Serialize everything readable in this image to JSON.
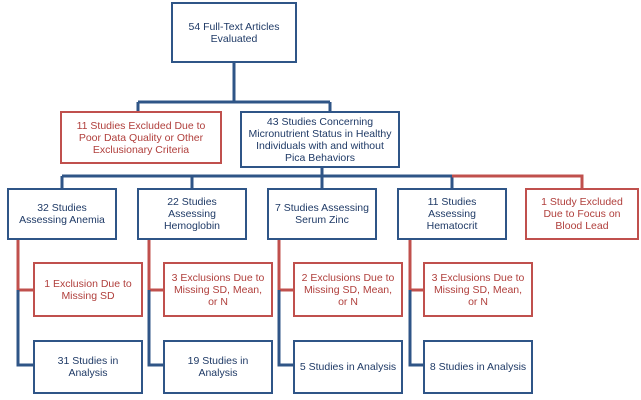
{
  "colors": {
    "blue": "#2f5587",
    "red": "#c0504d"
  },
  "flow": {
    "root": "54 Full-Text Articles Evaluated",
    "excluded_quality": "11 Studies Excluded Due to Poor Data Quality or Other Exclusionary Criteria",
    "micronutrient": "43 Studies Concerning Micronutrient Status in Healthy Individuals with and without Pica Behaviors",
    "excluded_lead": "1 Study Excluded Due to Focus on Blood Lead",
    "branches": [
      {
        "assessing": "32 Studies Assessing Anemia",
        "exclusion": "1 Exclusion Due to Missing SD",
        "analysis": "31 Studies in Analysis"
      },
      {
        "assessing": "22 Studies Assessing Hemoglobin",
        "exclusion": "3 Exclusions Due to Missing SD, Mean, or N",
        "analysis": "19 Studies in Analysis"
      },
      {
        "assessing": "7 Studies Assessing Serum Zinc",
        "exclusion": "2 Exclusions Due to Missing SD, Mean, or N",
        "analysis": "5 Studies in Analysis"
      },
      {
        "assessing": "11 Studies Assessing Hematocrit",
        "exclusion": "3 Exclusions Due to Missing SD, Mean, or N",
        "analysis": "8 Studies in Analysis"
      }
    ]
  }
}
